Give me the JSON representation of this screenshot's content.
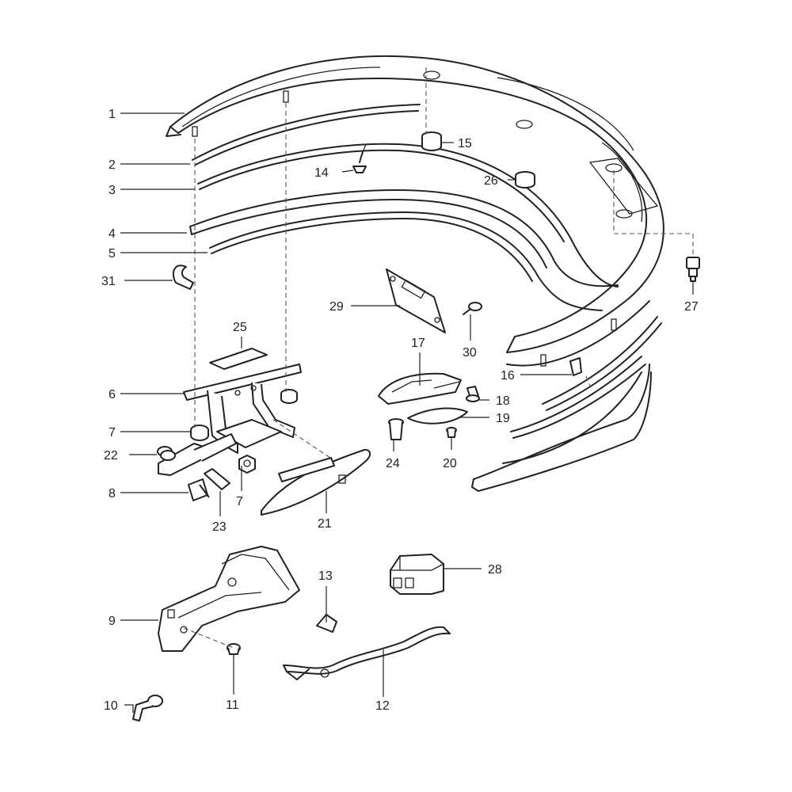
{
  "callouts": [
    {
      "id": "c1",
      "number": "1"
    },
    {
      "id": "c2",
      "number": "2"
    },
    {
      "id": "c3",
      "number": "3"
    },
    {
      "id": "c4",
      "number": "4"
    },
    {
      "id": "c5",
      "number": "5"
    },
    {
      "id": "c6",
      "number": "6"
    },
    {
      "id": "c7a",
      "number": "7"
    },
    {
      "id": "c7b",
      "number": "7"
    },
    {
      "id": "c8",
      "number": "8"
    },
    {
      "id": "c9",
      "number": "9"
    },
    {
      "id": "c10",
      "number": "10"
    },
    {
      "id": "c11",
      "number": "11"
    },
    {
      "id": "c12",
      "number": "12"
    },
    {
      "id": "c13",
      "number": "13"
    },
    {
      "id": "c14",
      "number": "14"
    },
    {
      "id": "c15",
      "number": "15"
    },
    {
      "id": "c16",
      "number": "16"
    },
    {
      "id": "c17",
      "number": "17"
    },
    {
      "id": "c18",
      "number": "18"
    },
    {
      "id": "c19",
      "number": "19"
    },
    {
      "id": "c20",
      "number": "20"
    },
    {
      "id": "c21",
      "number": "21"
    },
    {
      "id": "c22",
      "number": "22"
    },
    {
      "id": "c23",
      "number": "23"
    },
    {
      "id": "c24",
      "number": "24"
    },
    {
      "id": "c25",
      "number": "25"
    },
    {
      "id": "c26",
      "number": "26"
    },
    {
      "id": "c27",
      "number": "27"
    },
    {
      "id": "c28",
      "number": "28"
    },
    {
      "id": "c29",
      "number": "29"
    },
    {
      "id": "c30",
      "number": "30"
    },
    {
      "id": "c31",
      "number": "31"
    }
  ]
}
